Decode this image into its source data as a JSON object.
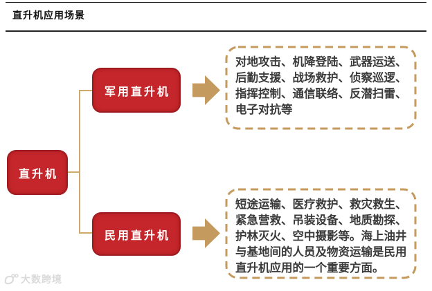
{
  "title": "直升机应用场景",
  "diagram": {
    "root": {
      "label": "直升机"
    },
    "branches": [
      {
        "label": "军用直升机",
        "description": "对地攻击、机降登陆、武器运送、后勤支援、战场救护、侦察巡逻、指挥控制、通信联络、反潜扫雷、电子对抗等"
      },
      {
        "label": "民用直升机",
        "description": "短途运输、医疗救护、救灾救生、紧急营救、吊装设备、地质勘探、护林灭火、空中摄影等。海上油井与基地间的人员及物资运输是民用直升机应用的一个重要方面。"
      }
    ]
  },
  "watermark": {
    "text": "大数跨境"
  },
  "colors": {
    "node_fill": "#C5262B",
    "node_border": "#9E1B20",
    "accent_gold": "#C49A5F",
    "connector_gold": "#CEA96C",
    "body_text": "#3A3A3A",
    "rule_black": "#222222",
    "watermark_gray": "#DADADA"
  }
}
